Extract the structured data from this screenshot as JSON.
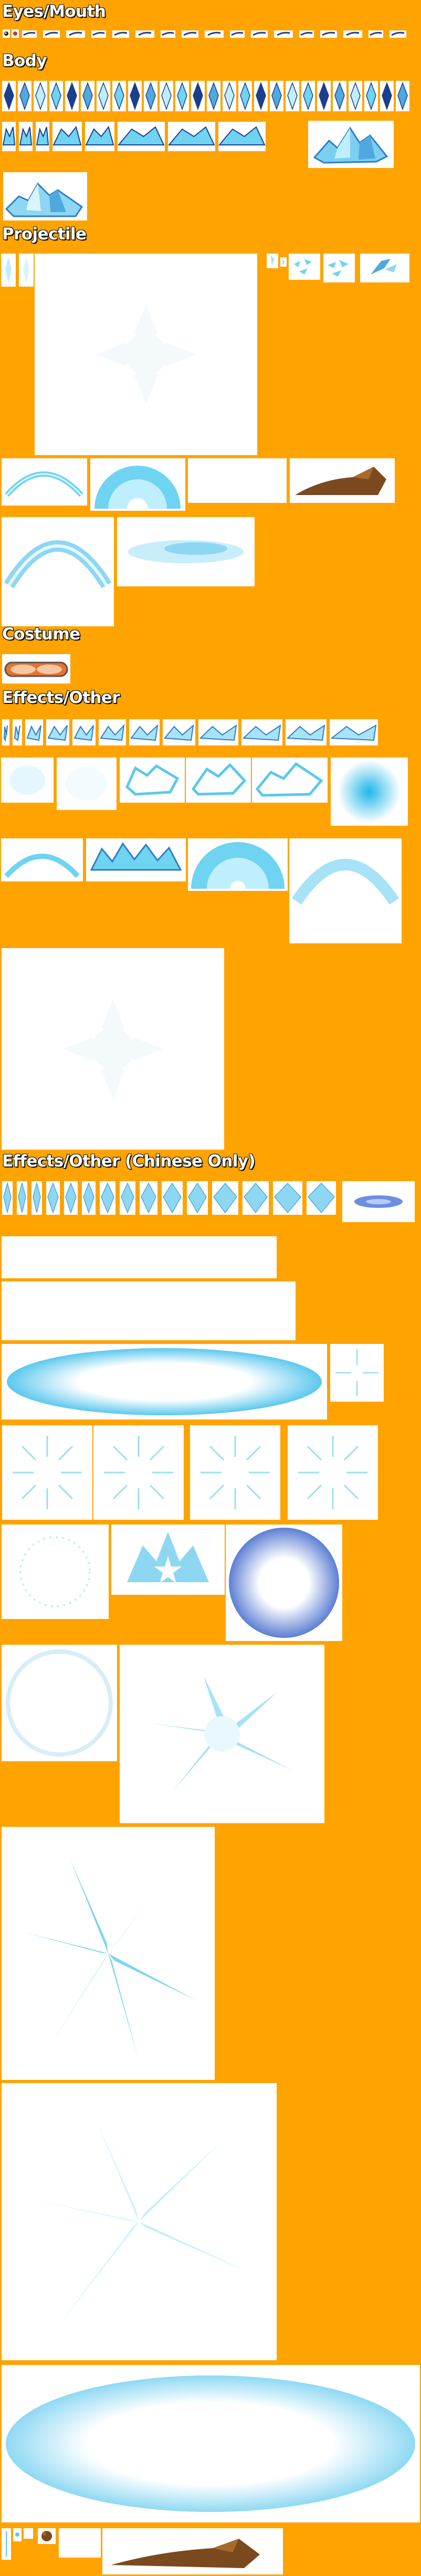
{
  "sections": {
    "eyes_mouth": "Eyes/Mouth",
    "body": "Body",
    "projectile": "Projectile",
    "costume": "Costume",
    "effects_other": "Effects/Other",
    "effects_other_chinese": "Effects/Other (Chinese Only)"
  },
  "colors": {
    "background": "#FFA300",
    "tile": "#FFFFFF",
    "ice_light": "#BFEFFF",
    "ice_mid": "#6FD3F2",
    "ice_dark": "#2E7FC4",
    "navy": "#1B3F8F",
    "rock_brown": "#7A4A1E",
    "goggle_orange": "#E8732A"
  }
}
